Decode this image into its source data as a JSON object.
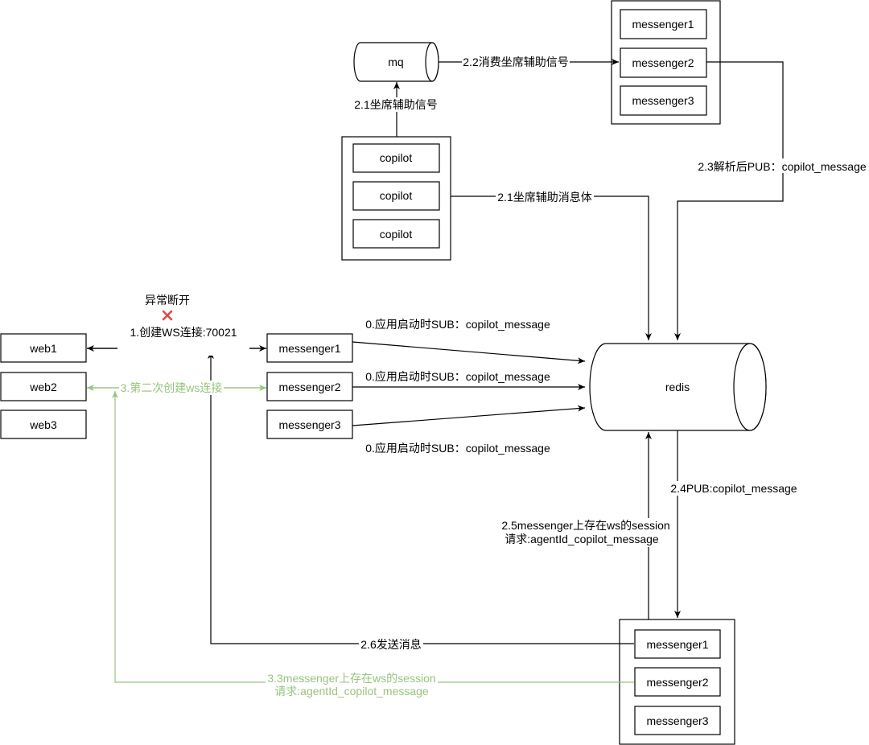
{
  "nodes": {
    "mq": "mq",
    "redis": "redis",
    "copilot": [
      "copilot",
      "copilot",
      "copilot"
    ],
    "top_messengers": [
      "messenger1",
      "messenger2",
      "messenger3"
    ],
    "mid_messengers": [
      "messenger1",
      "messenger2",
      "messenger3"
    ],
    "bottom_messengers": [
      "messenger1",
      "messenger2",
      "messenger3"
    ],
    "webs": [
      "web1",
      "web2",
      "web3"
    ]
  },
  "labels": {
    "consume_signal": "2.2消费坐席辅助信号",
    "signal": "2.1坐席辅助信号",
    "message_body": "2.1坐席辅助消息体",
    "parse_pub": "2.3解析后PUB：copilot_message",
    "abnormal_disconnect": "异常断开",
    "create_ws": "1.创建WS连接:70021",
    "second_ws": "3.第二次创建ws连接",
    "sub_1": "0.应用启动时SUB：copilot_message",
    "sub_2": "0.应用启动时SUB：copilot_message",
    "sub_3": "0.应用启动时SUB：copilot_message",
    "pub_copilot": "2.4PUB:copilot_message",
    "session_request_line1": "2.5messenger上存在ws的session",
    "session_request_line2": "请求:agentId_copilot_message",
    "send_message": "2.6发送消息",
    "green_session_line1": "3.3messenger上存在ws的session",
    "green_session_line2": "请求:agentId_copilot_message"
  },
  "icons": {
    "disconnect": "x-mark-icon"
  },
  "colors": {
    "stroke": "#000000",
    "secondary_flow": "#97c47e",
    "error_mark": "#e8473f",
    "background": "#ffffff"
  }
}
